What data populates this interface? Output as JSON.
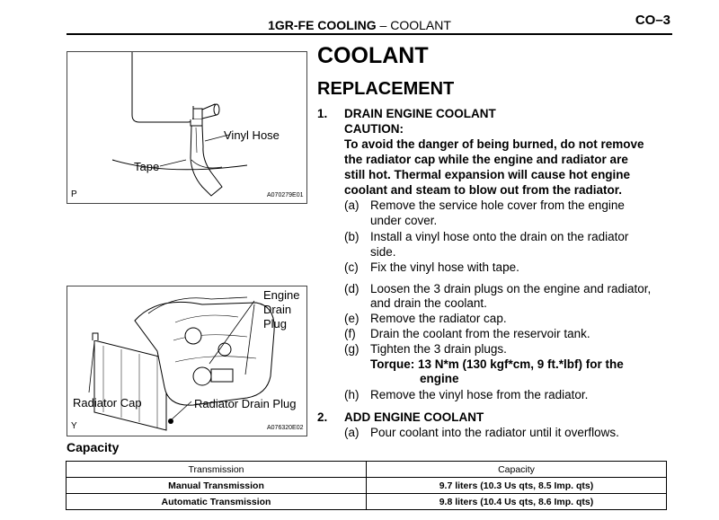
{
  "header": {
    "section": "1GR-FE COOLING",
    "dash": "–",
    "chapter": "COOLANT",
    "page": "CO–3"
  },
  "titles": {
    "h1": "COOLANT",
    "h2": "REPLACEMENT"
  },
  "figure1": {
    "callout_hose": "Vinyl Hose",
    "callout_tape": "Tape",
    "letter": "P",
    "code": "A070279E01"
  },
  "figure2": {
    "callout_engine_drain": [
      "Engine",
      "Drain",
      "Plug"
    ],
    "callout_radiator_cap": "Radiator Cap",
    "callout_radiator_drain": "Radiator Drain Plug",
    "letter": "Y",
    "code": "A076320E02"
  },
  "step1": {
    "number": "1.",
    "title": "DRAIN ENGINE COOLANT",
    "caution_label": "CAUTION:",
    "caution_lines": [
      "To avoid the danger of being burned, do not remove",
      "the radiator cap while the engine and radiator are",
      "still hot. Thermal expansion will cause hot engine",
      "coolant and steam to blow out from the radiator."
    ],
    "substeps": [
      {
        "label": "(a)",
        "lines": [
          "Remove the service hole cover from the engine",
          "under cover."
        ]
      },
      {
        "label": "(b)",
        "lines": [
          "Install a vinyl hose onto the drain on the radiator",
          "side."
        ]
      },
      {
        "label": "(c)",
        "lines": [
          "Fix the vinyl hose with tape."
        ]
      },
      {
        "label": "(d)",
        "lines": [
          "Loosen the 3 drain plugs on the engine and radiator,",
          "and drain the coolant."
        ]
      },
      {
        "label": "(e)",
        "lines": [
          "Remove the radiator cap."
        ]
      },
      {
        "label": "(f)",
        "lines": [
          "Drain the coolant from the reservoir tank."
        ]
      },
      {
        "label": "(g)",
        "lines": [
          "Tighten the 3 drain plugs."
        ]
      },
      {
        "label": "(h)",
        "lines": [
          "Remove the vinyl hose from the radiator."
        ]
      }
    ],
    "torque_line1": "Torque: 13 N*m (130 kgf*cm, 9 ft.*lbf)  for the",
    "torque_line2": "engine"
  },
  "step2": {
    "number": "2.",
    "title": "ADD ENGINE COOLANT",
    "substeps": [
      {
        "label": "(a)",
        "lines": [
          "Pour coolant into the radiator until it overflows."
        ]
      }
    ]
  },
  "capacity": {
    "heading": "Capacity",
    "headers": [
      "Transmission",
      "Capacity"
    ],
    "rows": [
      [
        "Manual Transmission",
        "9.7 liters (10.3 Us qts, 8.5 Imp. qts)"
      ],
      [
        "Automatic Transmission",
        "9.8 liters (10.4 Us qts, 8.6 Imp. qts)"
      ]
    ]
  }
}
